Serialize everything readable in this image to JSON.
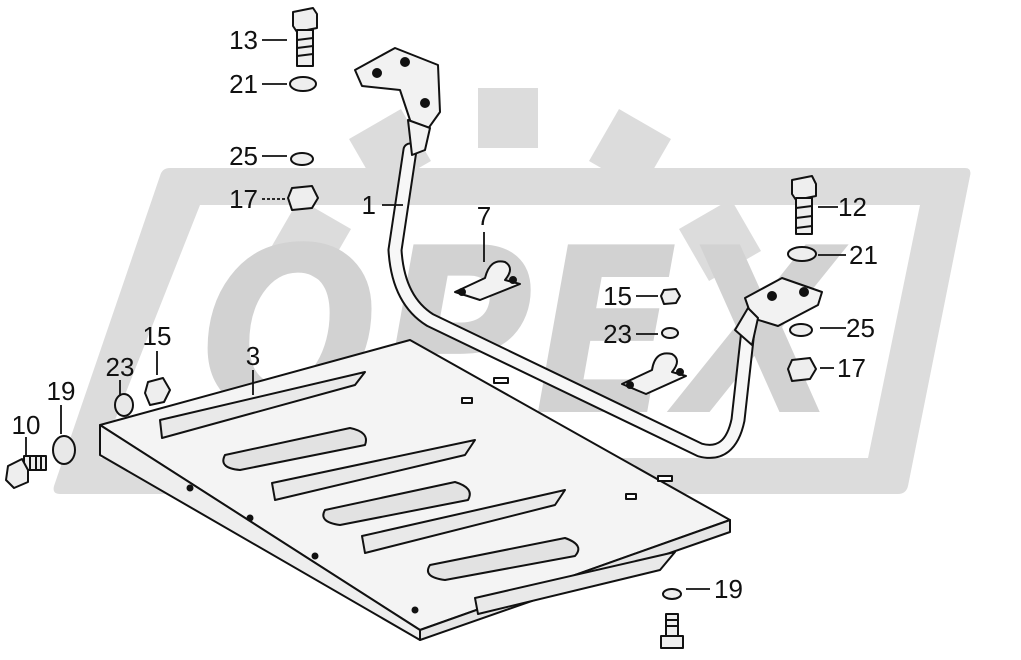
{
  "watermark": {
    "text": "OPEX"
  },
  "colors": {
    "background": "#ffffff",
    "watermark": "#dcdcdc",
    "linework": "#111111",
    "part_fill": "#f2f2f2"
  },
  "callouts": {
    "c13": "13",
    "c21_top": "21",
    "c25_top": "25",
    "c17_top": "17",
    "c1": "1",
    "c7": "7",
    "c12": "12",
    "c21_right": "21",
    "c15_mid": "15",
    "c23_mid": "23",
    "c25_right": "25",
    "c17_right": "17",
    "c15_left": "15",
    "c23_left": "23",
    "c19_left": "19",
    "c10": "10",
    "c3": "3",
    "c19_bottom": "19"
  }
}
